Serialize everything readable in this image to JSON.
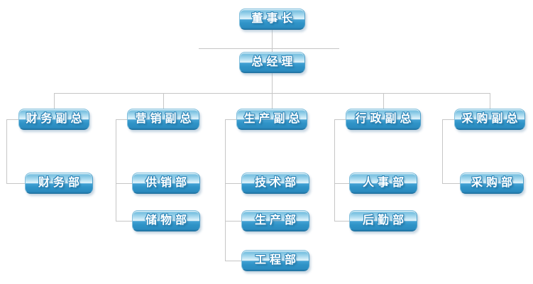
{
  "diagram": {
    "type": "org-chart",
    "nodes": {
      "chairman": {
        "label": "董事长",
        "parent": null
      },
      "gm": {
        "label": "总经理",
        "parent": "chairman"
      },
      "finance_vp": {
        "label": "财务副总",
        "parent": "gm"
      },
      "marketing_vp": {
        "label": "营销副总",
        "parent": "gm"
      },
      "production_vp": {
        "label": "生产副总",
        "parent": "gm"
      },
      "admin_vp": {
        "label": "行政副总",
        "parent": "gm"
      },
      "purchasing_vp": {
        "label": "采购副总",
        "parent": "gm"
      },
      "finance_dept": {
        "label": "财务部",
        "parent": "finance_vp"
      },
      "supply_dept": {
        "label": "供销部",
        "parent": "marketing_vp"
      },
      "storage_dept": {
        "label": "储物部",
        "parent": "marketing_vp"
      },
      "tech_dept": {
        "label": "技术部",
        "parent": "production_vp"
      },
      "production_dept": {
        "label": "生产部",
        "parent": "production_vp"
      },
      "engineering_dept": {
        "label": "工程部",
        "parent": "production_vp"
      },
      "hr_dept": {
        "label": "人事部",
        "parent": "admin_vp"
      },
      "logistics_dept": {
        "label": "后勤部",
        "parent": "admin_vp"
      },
      "purchasing_dept": {
        "label": "采购部",
        "parent": "purchasing_vp"
      }
    },
    "colors": {
      "node_top": "#79c0e0",
      "node_highlight": "#dff2fa",
      "node_bottom": "#2b8cc0",
      "node_border": "#83bfdc",
      "text": "#ffffff",
      "text_outline": "#2e86b8",
      "connector": "#c6c6c6",
      "background": "#ffffff"
    }
  }
}
